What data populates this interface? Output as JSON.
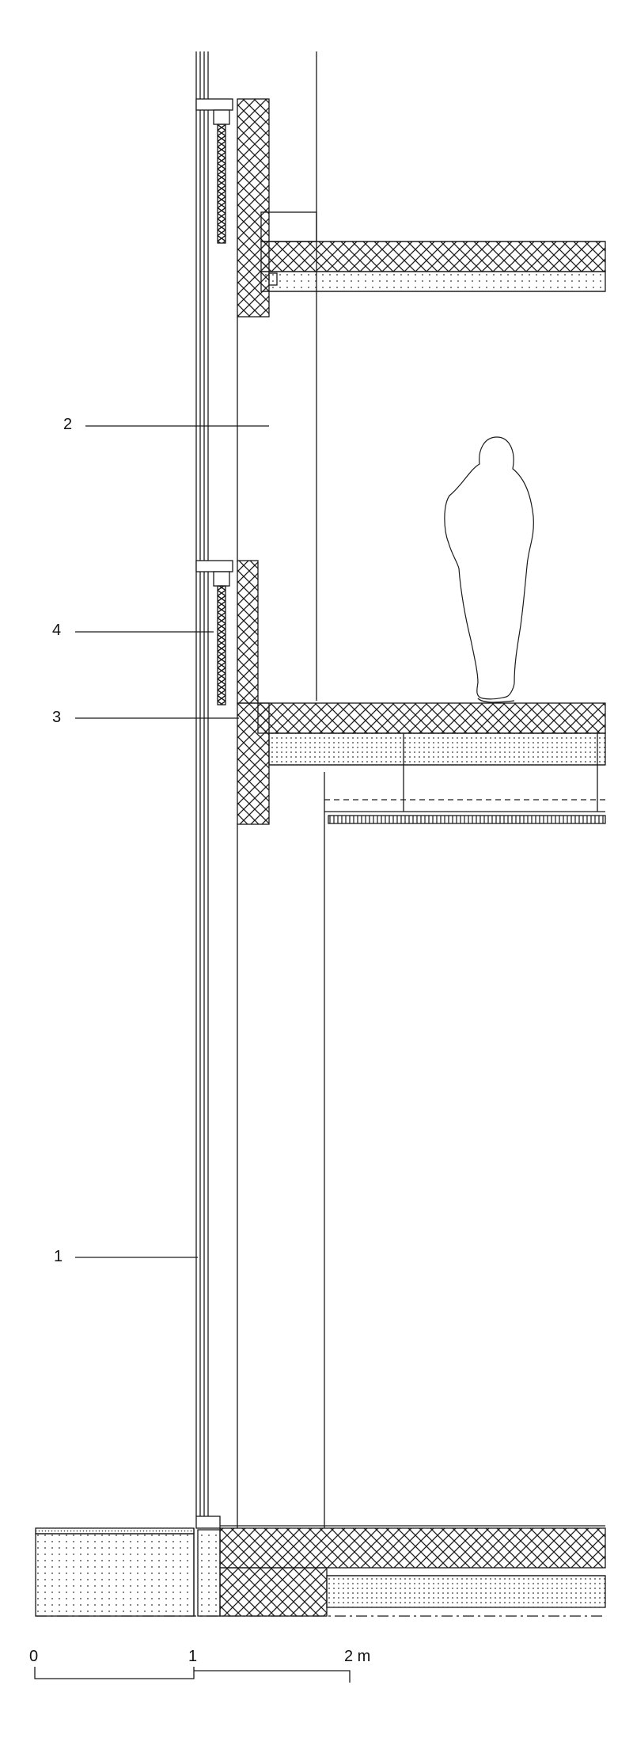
{
  "callouts": {
    "c1": "1",
    "c2": "2",
    "c3": "3",
    "c4": "4"
  },
  "scale_bar": {
    "tick_0": "0",
    "tick_1": "1",
    "tick_2": "2 m"
  },
  "colors": {
    "line": "#1a1a1a",
    "background": "#ffffff"
  }
}
